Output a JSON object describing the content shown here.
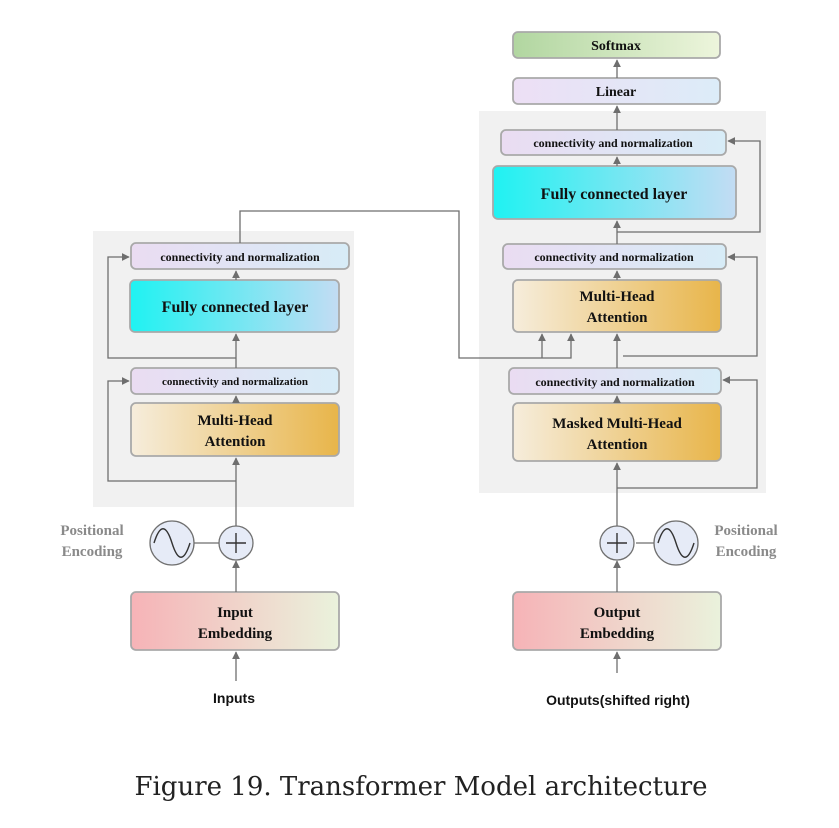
{
  "caption": "Figure 19. Transformer Model architecture",
  "encoder": {
    "conn_norm_top": "connectivity and normalization",
    "fully_connected": "Fully connected layer",
    "conn_norm_bottom": "connectivity and normalization",
    "mha_line1": "Multi-Head",
    "mha_line2": "Attention",
    "pos_enc_line1": "Positional",
    "pos_enc_line2": "Encoding",
    "embed_line1": "Input",
    "embed_line2": "Embedding",
    "input_label": "Inputs"
  },
  "decoder": {
    "softmax": "Softmax",
    "linear": "Linear",
    "conn_norm_top": "connectivity and normalization",
    "fully_connected": "Fully connected layer",
    "conn_norm_mid": "connectivity and normalization",
    "mha_line1": "Multi-Head",
    "mha_line2": "Attention",
    "conn_norm_bottom": "connectivity and normalization",
    "masked_line1": "Masked Multi-Head",
    "masked_line2": "Attention",
    "pos_enc_line1": "Positional",
    "pos_enc_line2": "Encoding",
    "embed_line1": "Output",
    "embed_line2": "Embedding",
    "output_label": "Outputs(shifted right)"
  }
}
